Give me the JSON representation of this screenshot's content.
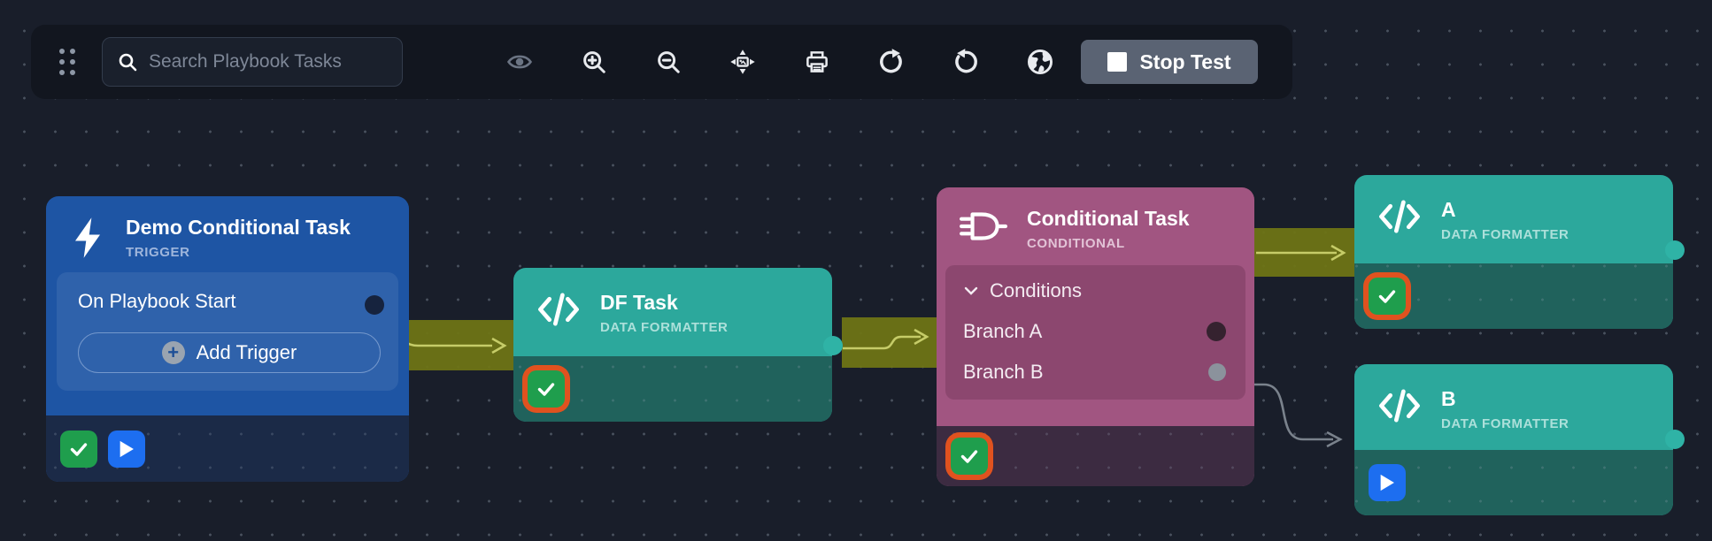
{
  "toolbar": {
    "search": {
      "placeholder": "Search Playbook Tasks"
    },
    "button_icons": [
      "drag-handle",
      "eye",
      "zoom-in",
      "zoom-out",
      "fit-to-screen",
      "print",
      "redo",
      "undo",
      "globe"
    ],
    "stop_test": {
      "label": "Stop Test",
      "icon": "stop-square"
    }
  },
  "canvas": {
    "nodes": {
      "trigger": {
        "title": "Demo Conditional Task",
        "type_label": "TRIGGER",
        "icon": "lightning-icon",
        "row_label": "On Playbook Start",
        "add_trigger_label": "Add Trigger",
        "status_badges": [
          "success-check",
          "play"
        ]
      },
      "df_task": {
        "title": "DF Task",
        "type_label": "DATA FORMATTER",
        "icon": "code-icon",
        "status_badges": [
          "success-check-highlighted"
        ]
      },
      "conditional": {
        "title": "Conditional Task",
        "type_label": "CONDITIONAL",
        "icon": "logic-gate-icon",
        "section_label": "Conditions",
        "branches": [
          {
            "label": "Branch A"
          },
          {
            "label": "Branch B"
          }
        ],
        "status_badges": [
          "success-check-highlighted"
        ]
      },
      "node_a": {
        "title": "A",
        "type_label": "DATA FORMATTER",
        "icon": "code-icon",
        "status_badges": [
          "success-check-highlighted"
        ]
      },
      "node_b": {
        "title": "B",
        "type_label": "DATA FORMATTER",
        "icon": "code-icon",
        "status_badges": [
          "play"
        ]
      }
    }
  },
  "colors": {
    "canvas_bg": "#191E2A",
    "toolbar_bg": "#12161F",
    "trigger_blue": "#1E55A4",
    "trigger_footer_navy": "#1B2A47",
    "formatter_teal": "#2CA89C",
    "formatter_footer_teal": "#20625C",
    "conditional_purple": "#A15581",
    "conditional_footer": "#3C2B41",
    "success_green": "#1F9E4D",
    "play_blue": "#1D6EF0",
    "highlight_orange": "#E0521F",
    "executed_edge_olive": "#6E7415",
    "pending_edge_gray": "#7A828C",
    "port_teal": "#2FB3A6"
  }
}
